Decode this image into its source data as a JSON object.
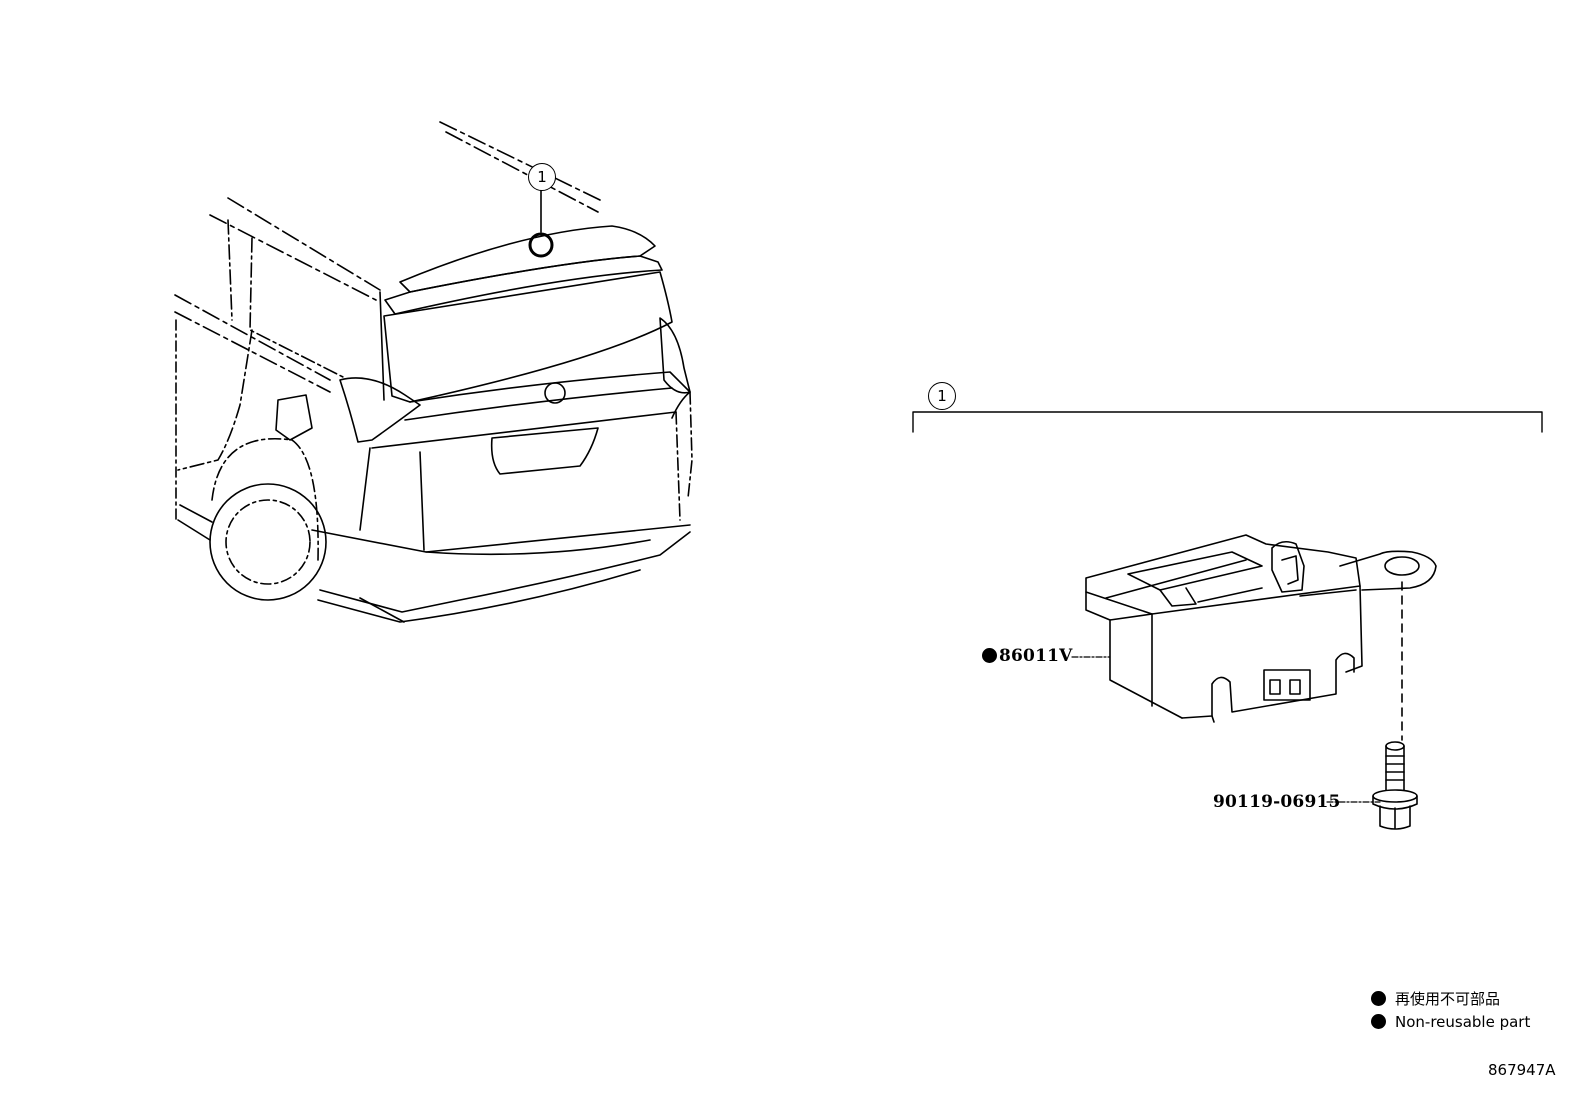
{
  "callouts": {
    "vehicle_marker": "1",
    "group_marker": "1"
  },
  "parts": {
    "main_part_number": "86011V",
    "bolt_part_number": "90119-06915"
  },
  "legend": {
    "line_jp": "再使用不可部品",
    "line_en": "Non-reusable part"
  },
  "diagram_code": "867947A",
  "icons": {
    "non_reusable_marker": "filled-black-circle"
  }
}
